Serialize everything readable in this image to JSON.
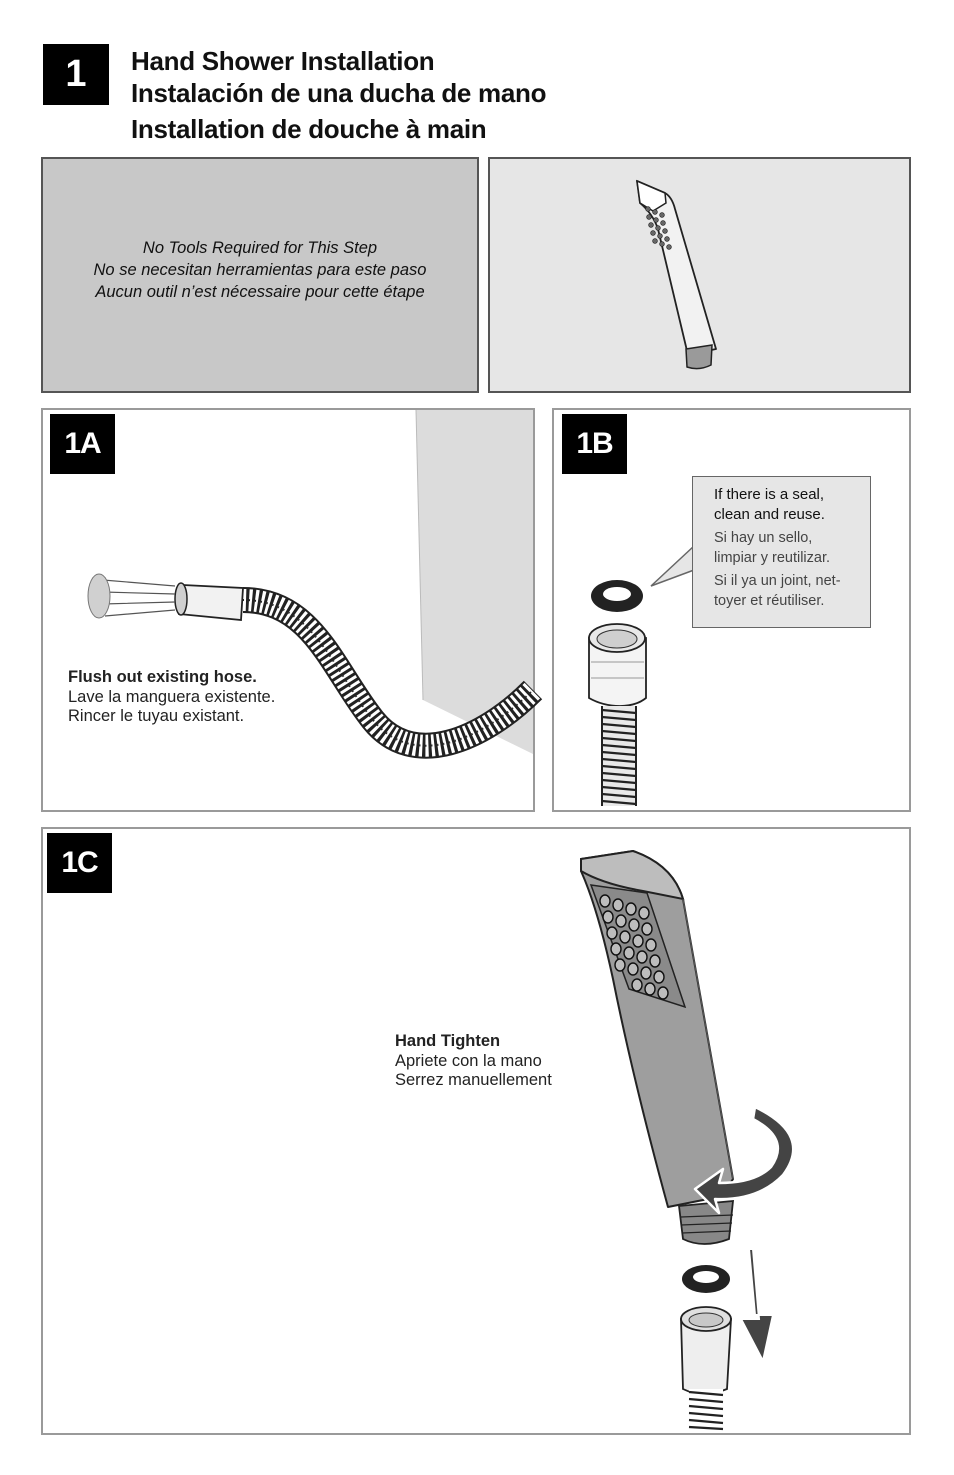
{
  "step": {
    "number": "1",
    "title_en": "Hand Shower Installation",
    "title_es": "Instalación de una ducha de mano",
    "title_fr": "Installation de douche à main"
  },
  "tools_note": {
    "en": "No Tools Required for This Step",
    "es": "No se necesitan herramientas para este paso",
    "fr": "Aucun outil n’est nécessaire pour cette étape"
  },
  "step_1a": {
    "label": "1A",
    "instruction_en": "Flush out existing hose.",
    "instruction_es": "Lave la manguera existente.",
    "instruction_fr": "Rincer le tuyau existant."
  },
  "step_1b": {
    "label": "1B",
    "callout_en_line1": "If there is a seal,",
    "callout_en_line2": "clean and reuse.",
    "callout_es_line1": "Si hay un sello,",
    "callout_es_line2": "limpiar y reutilizar.",
    "callout_fr_line1": "Si il ya un joint, net-",
    "callout_fr_line2": "toyer et réutiliser."
  },
  "step_1c": {
    "label": "1C",
    "instruction_en": "Hand Tighten",
    "instruction_es": "Apriete con la mano",
    "instruction_fr": "Serrez manuellement"
  }
}
